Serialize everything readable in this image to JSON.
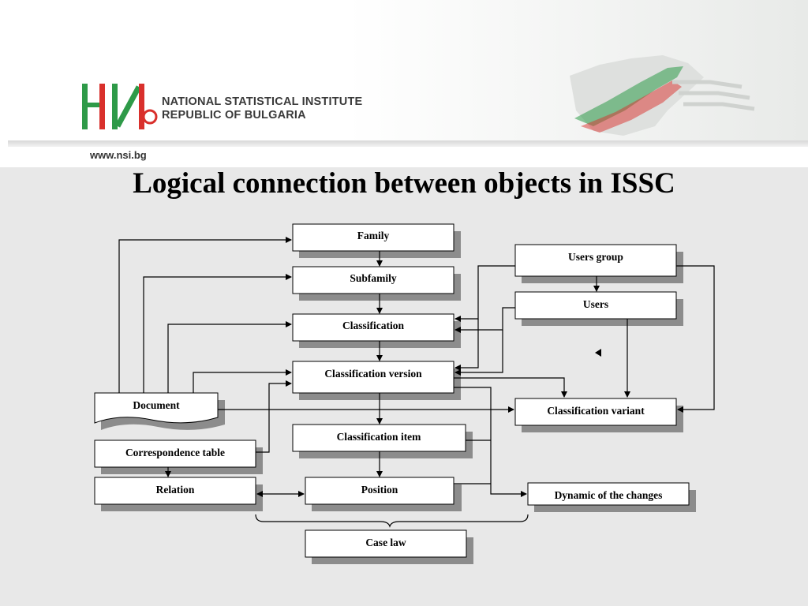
{
  "header": {
    "org_line1": "NATIONAL STATISTICAL INSTITUTE",
    "org_line2": "REPUBLIC OF BULGARIA",
    "website": "www.nsi.bg"
  },
  "title": "Logical connection between objects in ISSC",
  "nodes": {
    "family": "Family",
    "subfamily": "Subfamily",
    "classification": "Classification",
    "classification_version": "Classification version",
    "classification_item": "Classification item",
    "position": "Position",
    "case_law": "Case law",
    "users_group": "Users group",
    "users": "Users",
    "classification_variant": "Classification variant",
    "dynamic_changes": "Dynamic of the changes",
    "document": "Document",
    "correspondence_table": "Correspondence table",
    "relation": "Relation"
  },
  "colors": {
    "background": "#e8e8e8",
    "box_fill": "#ffffff",
    "box_shadow": "#8c8c8c",
    "logo_green": "#2e9a48",
    "logo_red": "#d9302c"
  }
}
